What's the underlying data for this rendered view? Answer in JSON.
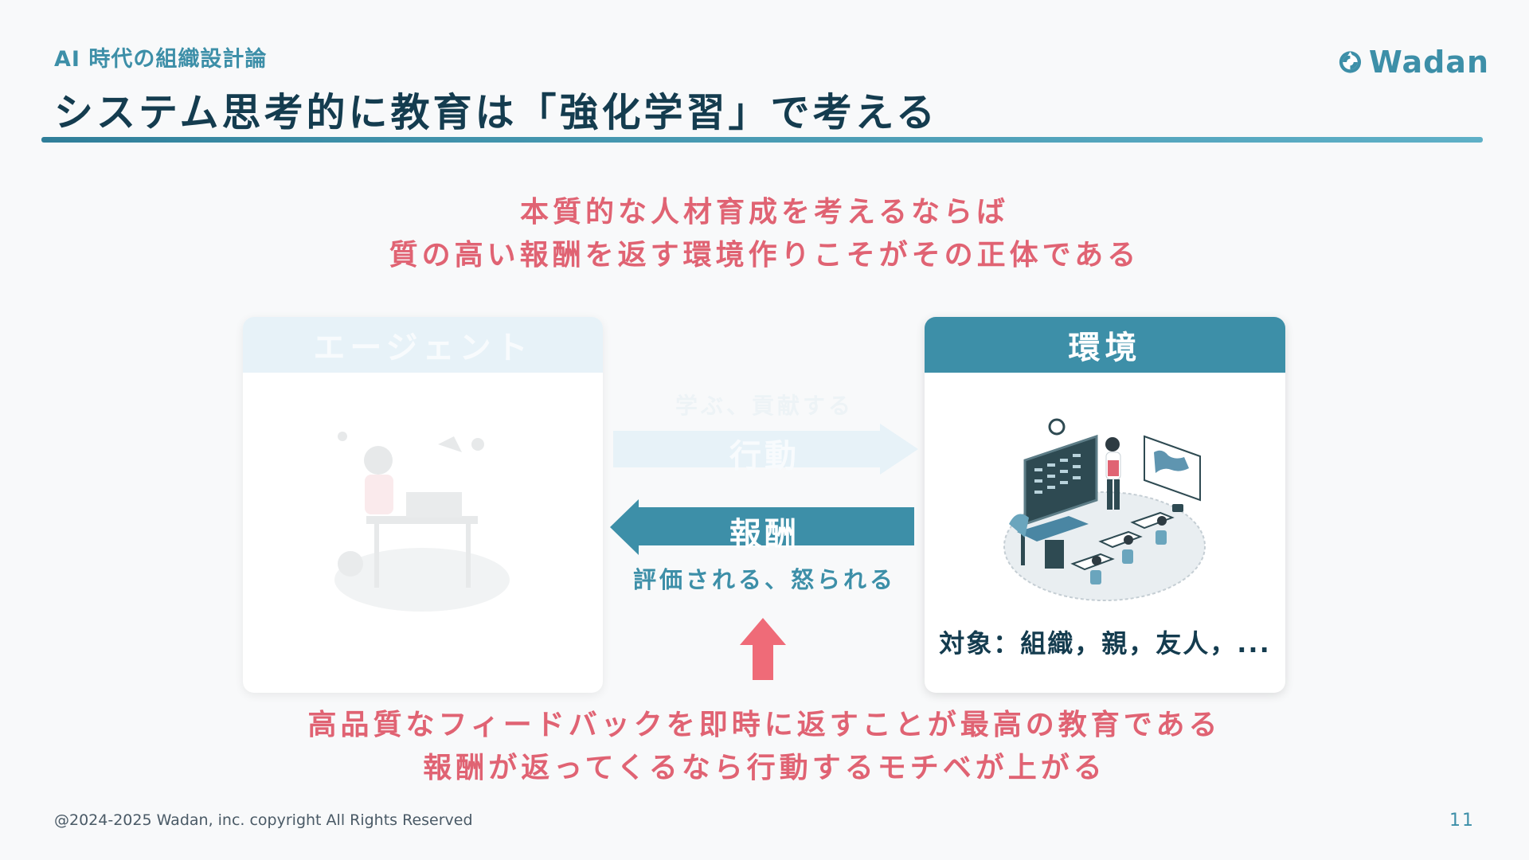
{
  "header": {
    "subtitle": "AI 時代の組織設計論",
    "title": "システム思考的に教育は「強化学習」で考える",
    "logo_text": "Wadan"
  },
  "message_top": {
    "line1": "本質的な人材育成を考えるならば",
    "line2": "質の高い報酬を返す環境作りこそがその正体である"
  },
  "agent_card": {
    "title": "エージェント",
    "illustration_icon": "student-desk-illustration"
  },
  "environment_card": {
    "title": "環境",
    "illustration_icon": "classroom-teacher-illustration",
    "target": "対象：組織，親，友人，..."
  },
  "action_arrow": {
    "caption": "学ぶ、貢献する",
    "label": "行動",
    "direction": "right",
    "color": "#e7f2f8"
  },
  "reward_arrow": {
    "label": "報酬",
    "caption": "評価される、怒られる",
    "direction": "left",
    "color": "#3d8fa8"
  },
  "emphasis_arrow": {
    "icon": "arrow-up-icon",
    "color": "#ef6b78"
  },
  "message_bottom": {
    "line1": "高品質なフィードバックを即時に返すことが最高の教育である",
    "line2": "報酬が返ってくるなら行動するモチベが上がる"
  },
  "footer": {
    "copyright": "@2024-2025 Wadan, inc. copyright All Rights Reserved",
    "page_number": "11"
  },
  "colors": {
    "accent": "#3d8fa8",
    "title": "#143c4f",
    "emphasis": "#e06373"
  }
}
